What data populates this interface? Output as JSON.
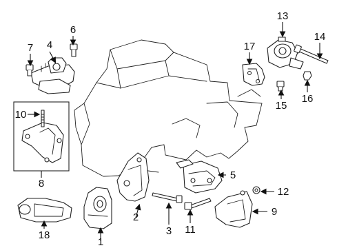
{
  "callouts": [
    "1",
    "2",
    "3",
    "4",
    "5",
    "6",
    "7",
    "8",
    "9",
    "10",
    "11",
    "12",
    "13",
    "14",
    "15",
    "16",
    "17",
    "18"
  ],
  "icons": {
    "arrow": "arrow-icon"
  }
}
